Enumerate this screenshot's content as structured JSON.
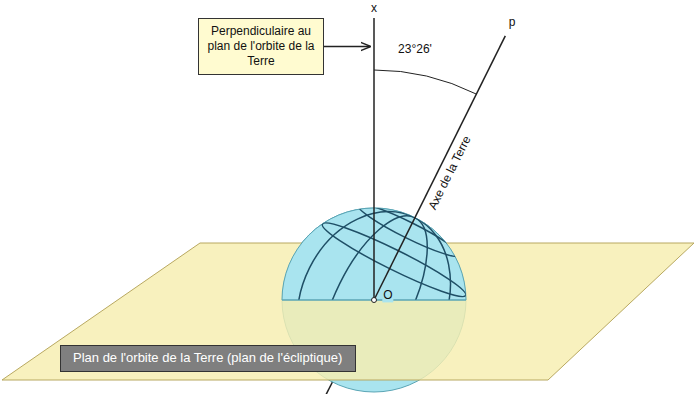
{
  "diagram": {
    "nodes": [
      {
        "text": [
          "Perpendiculaire au plan de l'orbite de la Terre"
        ]
      },
      {
        "text": [
          "Plan de l'orbite de la Terre (plan de l'écliptique)"
        ]
      }
    ],
    "labels": [
      "x",
      "p",
      "23°26'",
      "Axe de la Terre",
      "O"
    ]
  }
}
